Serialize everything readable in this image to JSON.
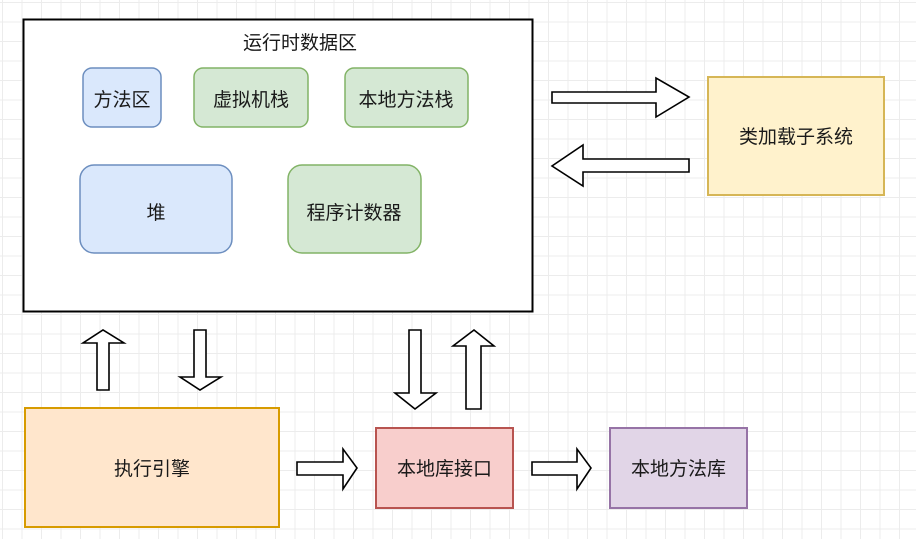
{
  "diagram": {
    "container": {
      "title": "运行时数据区"
    },
    "nodes": {
      "method_area": {
        "label": "方法区",
        "fill": "#dae8fc",
        "stroke": "#6c8ebf"
      },
      "vm_stack": {
        "label": "虚拟机栈",
        "fill": "#d5e8d4",
        "stroke": "#82b366"
      },
      "native_method_stack": {
        "label": "本地方法栈",
        "fill": "#d5e8d4",
        "stroke": "#82b366"
      },
      "heap": {
        "label": "堆",
        "fill": "#dae8fc",
        "stroke": "#6c8ebf"
      },
      "program_counter": {
        "label": "程序计数器",
        "fill": "#d5e8d4",
        "stroke": "#82b366"
      },
      "class_loader": {
        "label": "类加载子系统",
        "fill": "#fff2cc",
        "stroke": "#d6b656"
      },
      "execution_engine": {
        "label": "执行引擎",
        "fill": "#ffe6cc",
        "stroke": "#d79b00"
      },
      "native_interface": {
        "label": "本地库接口",
        "fill": "#f8cecc",
        "stroke": "#b85450"
      },
      "native_library": {
        "label": "本地方法库",
        "fill": "#e1d5e7",
        "stroke": "#9673a6"
      }
    },
    "edges": [
      {
        "from": "runtime-data-area",
        "to": "class-loader",
        "direction": "right"
      },
      {
        "from": "class-loader",
        "to": "runtime-data-area",
        "direction": "left"
      },
      {
        "from": "execution-engine",
        "to": "runtime-data-area",
        "direction": "up"
      },
      {
        "from": "runtime-data-area",
        "to": "execution-engine",
        "direction": "down"
      },
      {
        "from": "runtime-data-area",
        "to": "native-interface",
        "direction": "down"
      },
      {
        "from": "native-interface",
        "to": "runtime-data-area",
        "direction": "up"
      },
      {
        "from": "execution-engine",
        "to": "native-interface",
        "direction": "right"
      },
      {
        "from": "native-interface",
        "to": "native-library",
        "direction": "right"
      }
    ]
  }
}
